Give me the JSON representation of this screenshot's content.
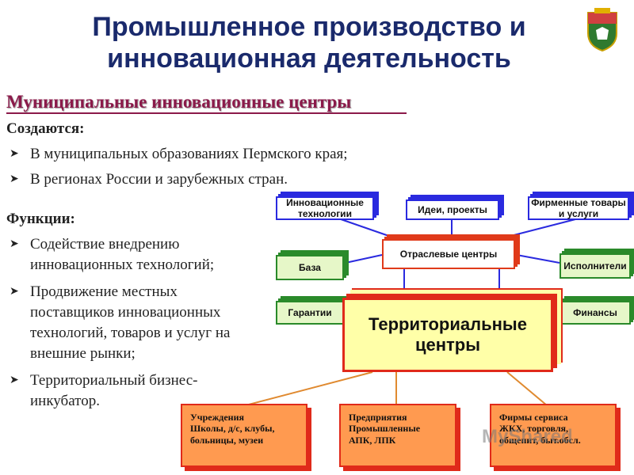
{
  "title": "Промышленное производство и инновационная деятельность",
  "subtitle": "Муниципальные инновационные центры",
  "created_heading": "Создаются:",
  "created_items": [
    "В муниципальных образованиях Пермского края;",
    "В регионах России и зарубежных стран."
  ],
  "functions_heading": "Функции:",
  "functions_items": [
    "Содействие внедрению\nинновационных технологий;",
    "Продвижение местных\nпоставщиков инновационных\nтехнологий, товаров и услуг на\nвнешние рынки;",
    "Территориальный бизнес-\nинкубатор."
  ],
  "diagram": {
    "top_boxes": [
      "Инновационные технологии",
      "Идеи, проекты",
      "Фирменные товары и услуги"
    ],
    "sector": "Отраслевые центры",
    "left_boxes": [
      "База",
      "Гарантии"
    ],
    "right_boxes": [
      "Исполнители",
      "Финансы"
    ],
    "center": "Территориальные центры",
    "bottom_boxes": [
      "Учреждения\nШколы, д/с, клубы,\nбольницы, музеи",
      "Предприятия\nПромышленные\n АПК, ЛПК",
      "Фирмы сервиса\nЖКХ, торговля,\nобщепит, быт.обсл."
    ]
  },
  "watermark": "MyShared",
  "icons": {
    "emblem": "coat-of-arms-icon",
    "bullet": "arrow-bullet-icon"
  },
  "colors": {
    "title": "#1a2a6c",
    "subtitle": "#8b1a4a",
    "center_fill": "#ffffa8",
    "bottom_fill": "#ff9a50"
  }
}
